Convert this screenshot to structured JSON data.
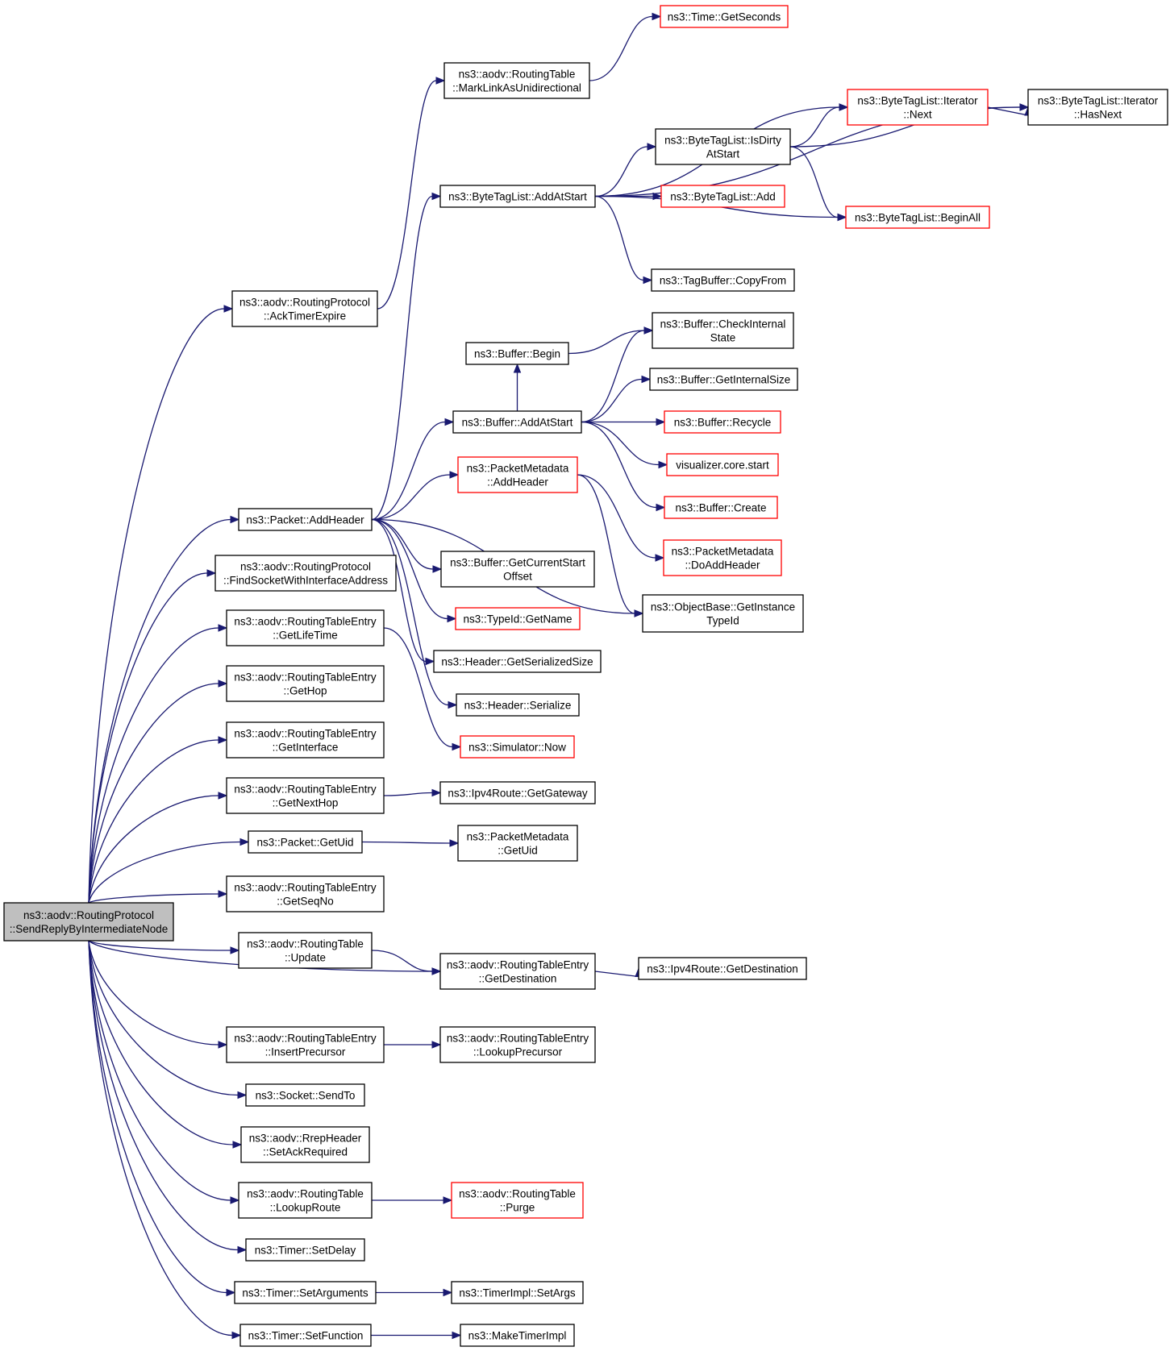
{
  "nodes": {
    "root": {
      "lines": [
        "ns3::aodv::RoutingProtocol",
        "::SendReplyByIntermediateNode"
      ],
      "kind": "root"
    },
    "acktimer": {
      "lines": [
        "ns3::aodv::RoutingProtocol",
        "::AckTimerExpire"
      ],
      "kind": "normal"
    },
    "marklink": {
      "lines": [
        "ns3::aodv::RoutingTable",
        "::MarkLinkAsUnidirectional"
      ],
      "kind": "normal"
    },
    "getseconds": {
      "lines": [
        "ns3::Time::GetSeconds"
      ],
      "kind": "red"
    },
    "addatstart_btl": {
      "lines": [
        "ns3::ByteTagList::AddAtStart"
      ],
      "kind": "normal"
    },
    "isdirty": {
      "lines": [
        "ns3::ByteTagList::IsDirty",
        "AtStart"
      ],
      "kind": "normal"
    },
    "iter_next": {
      "lines": [
        "ns3::ByteTagList::Iterator",
        "::Next"
      ],
      "kind": "red"
    },
    "iter_hasnext": {
      "lines": [
        "ns3::ByteTagList::Iterator",
        "::HasNext"
      ],
      "kind": "normal"
    },
    "btl_add": {
      "lines": [
        "ns3::ByteTagList::Add"
      ],
      "kind": "red"
    },
    "btl_beginall": {
      "lines": [
        "ns3::ByteTagList::BeginAll"
      ],
      "kind": "red"
    },
    "tagbuf_copy": {
      "lines": [
        "ns3::TagBuffer::CopyFrom"
      ],
      "kind": "normal"
    },
    "buf_begin": {
      "lines": [
        "ns3::Buffer::Begin"
      ],
      "kind": "normal"
    },
    "buf_check": {
      "lines": [
        "ns3::Buffer::CheckInternal",
        "State"
      ],
      "kind": "normal"
    },
    "buf_getsize": {
      "lines": [
        "ns3::Buffer::GetInternalSize"
      ],
      "kind": "normal"
    },
    "buf_addatstart": {
      "lines": [
        "ns3::Buffer::AddAtStart"
      ],
      "kind": "normal"
    },
    "buf_recycle": {
      "lines": [
        "ns3::Buffer::Recycle"
      ],
      "kind": "red"
    },
    "vis_start": {
      "lines": [
        "visualizer.core.start"
      ],
      "kind": "red"
    },
    "buf_create": {
      "lines": [
        "ns3::Buffer::Create"
      ],
      "kind": "red"
    },
    "pm_addheader": {
      "lines": [
        "ns3::PacketMetadata",
        "::AddHeader"
      ],
      "kind": "red"
    },
    "pm_doadd": {
      "lines": [
        "ns3::PacketMetadata",
        "::DoAddHeader"
      ],
      "kind": "red"
    },
    "ob_gettypeid": {
      "lines": [
        "ns3::ObjectBase::GetInstance",
        "TypeId"
      ],
      "kind": "normal"
    },
    "pkt_addheader": {
      "lines": [
        "ns3::Packet::AddHeader"
      ],
      "kind": "normal"
    },
    "buf_curstart": {
      "lines": [
        "ns3::Buffer::GetCurrentStart",
        "Offset"
      ],
      "kind": "normal"
    },
    "typeid_getname": {
      "lines": [
        "ns3::TypeId::GetName"
      ],
      "kind": "red"
    },
    "hdr_getsize": {
      "lines": [
        "ns3::Header::GetSerializedSize"
      ],
      "kind": "normal"
    },
    "hdr_serialize": {
      "lines": [
        "ns3::Header::Serialize"
      ],
      "kind": "normal"
    },
    "sim_now": {
      "lines": [
        "ns3::Simulator::Now"
      ],
      "kind": "red"
    },
    "findsocket": {
      "lines": [
        "ns3::aodv::RoutingProtocol",
        "::FindSocketWithInterfaceAddress"
      ],
      "kind": "normal"
    },
    "rte_lifetime": {
      "lines": [
        "ns3::aodv::RoutingTableEntry",
        "::GetLifeTime"
      ],
      "kind": "normal"
    },
    "rte_hop": {
      "lines": [
        "ns3::aodv::RoutingTableEntry",
        "::GetHop"
      ],
      "kind": "normal"
    },
    "rte_iface": {
      "lines": [
        "ns3::aodv::RoutingTableEntry",
        "::GetInterface"
      ],
      "kind": "normal"
    },
    "rte_nexthop": {
      "lines": [
        "ns3::aodv::RoutingTableEntry",
        "::GetNextHop"
      ],
      "kind": "normal"
    },
    "ipv4_gw": {
      "lines": [
        "ns3::Ipv4Route::GetGateway"
      ],
      "kind": "normal"
    },
    "pkt_uid": {
      "lines": [
        "ns3::Packet::GetUid"
      ],
      "kind": "normal"
    },
    "pm_uid": {
      "lines": [
        "ns3::PacketMetadata",
        "::GetUid"
      ],
      "kind": "normal"
    },
    "rte_seqno": {
      "lines": [
        "ns3::aodv::RoutingTableEntry",
        "::GetSeqNo"
      ],
      "kind": "normal"
    },
    "rt_update": {
      "lines": [
        "ns3::aodv::RoutingTable",
        "::Update"
      ],
      "kind": "normal"
    },
    "rte_dest": {
      "lines": [
        "ns3::aodv::RoutingTableEntry",
        "::GetDestination"
      ],
      "kind": "normal"
    },
    "ipv4_dest": {
      "lines": [
        "ns3::Ipv4Route::GetDestination"
      ],
      "kind": "normal"
    },
    "rte_insprec": {
      "lines": [
        "ns3::aodv::RoutingTableEntry",
        "::InsertPrecursor"
      ],
      "kind": "normal"
    },
    "rte_lookprec": {
      "lines": [
        "ns3::aodv::RoutingTableEntry",
        "::LookupPrecursor"
      ],
      "kind": "normal"
    },
    "sock_sendto": {
      "lines": [
        "ns3::Socket::SendTo"
      ],
      "kind": "normal"
    },
    "rrep_ack": {
      "lines": [
        "ns3::aodv::RrepHeader",
        "::SetAckRequired"
      ],
      "kind": "normal"
    },
    "rt_lookup": {
      "lines": [
        "ns3::aodv::RoutingTable",
        "::LookupRoute"
      ],
      "kind": "normal"
    },
    "rt_purge": {
      "lines": [
        "ns3::aodv::RoutingTable",
        "::Purge"
      ],
      "kind": "red"
    },
    "timer_delay": {
      "lines": [
        "ns3::Timer::SetDelay"
      ],
      "kind": "normal"
    },
    "timer_args": {
      "lines": [
        "ns3::Timer::SetArguments"
      ],
      "kind": "normal"
    },
    "timerimpl_args": {
      "lines": [
        "ns3::TimerImpl::SetArgs"
      ],
      "kind": "normal"
    },
    "timer_func": {
      "lines": [
        "ns3::Timer::SetFunction"
      ],
      "kind": "normal"
    },
    "make_timerimpl": {
      "lines": [
        "ns3::MakeTimerImpl"
      ],
      "kind": "normal"
    }
  },
  "edges": [
    [
      "root",
      "acktimer"
    ],
    [
      "root",
      "pkt_addheader"
    ],
    [
      "root",
      "findsocket"
    ],
    [
      "root",
      "rte_lifetime"
    ],
    [
      "root",
      "rte_hop"
    ],
    [
      "root",
      "rte_iface"
    ],
    [
      "root",
      "rte_nexthop"
    ],
    [
      "root",
      "pkt_uid"
    ],
    [
      "root",
      "rte_seqno"
    ],
    [
      "root",
      "rt_update"
    ],
    [
      "root",
      "rte_dest"
    ],
    [
      "root",
      "rte_insprec"
    ],
    [
      "root",
      "sock_sendto"
    ],
    [
      "root",
      "rrep_ack"
    ],
    [
      "root",
      "rt_lookup"
    ],
    [
      "root",
      "timer_delay"
    ],
    [
      "root",
      "timer_args"
    ],
    [
      "root",
      "timer_func"
    ],
    [
      "acktimer",
      "marklink"
    ],
    [
      "marklink",
      "getseconds"
    ],
    [
      "pkt_addheader",
      "addatstart_btl"
    ],
    [
      "pkt_addheader",
      "buf_addatstart"
    ],
    [
      "pkt_addheader",
      "pm_addheader"
    ],
    [
      "pkt_addheader",
      "ob_gettypeid"
    ],
    [
      "pkt_addheader",
      "buf_curstart"
    ],
    [
      "pkt_addheader",
      "typeid_getname"
    ],
    [
      "pkt_addheader",
      "hdr_getsize"
    ],
    [
      "pkt_addheader",
      "hdr_serialize"
    ],
    [
      "addatstart_btl",
      "iter_hasnext"
    ],
    [
      "addatstart_btl",
      "iter_next"
    ],
    [
      "addatstart_btl",
      "isdirty"
    ],
    [
      "addatstart_btl",
      "btl_add"
    ],
    [
      "addatstart_btl",
      "btl_beginall"
    ],
    [
      "addatstart_btl",
      "tagbuf_copy"
    ],
    [
      "isdirty",
      "iter_next"
    ],
    [
      "isdirty",
      "iter_hasnext"
    ],
    [
      "isdirty",
      "btl_beginall"
    ],
    [
      "iter_next",
      "iter_hasnext"
    ],
    [
      "buf_begin",
      "buf_check"
    ],
    [
      "buf_addatstart",
      "buf_check"
    ],
    [
      "buf_addatstart",
      "buf_getsize"
    ],
    [
      "buf_addatstart",
      "buf_recycle"
    ],
    [
      "buf_addatstart",
      "vis_start"
    ],
    [
      "buf_addatstart",
      "buf_create"
    ],
    [
      "buf_addatstart",
      "buf_begin"
    ],
    [
      "pm_addheader",
      "pm_doadd"
    ],
    [
      "pm_addheader",
      "ob_gettypeid"
    ],
    [
      "rte_lifetime",
      "sim_now"
    ],
    [
      "rte_nexthop",
      "ipv4_gw"
    ],
    [
      "pkt_uid",
      "pm_uid"
    ],
    [
      "rt_update",
      "rte_dest"
    ],
    [
      "rte_dest",
      "ipv4_dest"
    ],
    [
      "rte_insprec",
      "rte_lookprec"
    ],
    [
      "rt_lookup",
      "rt_purge"
    ],
    [
      "timer_args",
      "timerimpl_args"
    ],
    [
      "timer_func",
      "make_timerimpl"
    ]
  ]
}
